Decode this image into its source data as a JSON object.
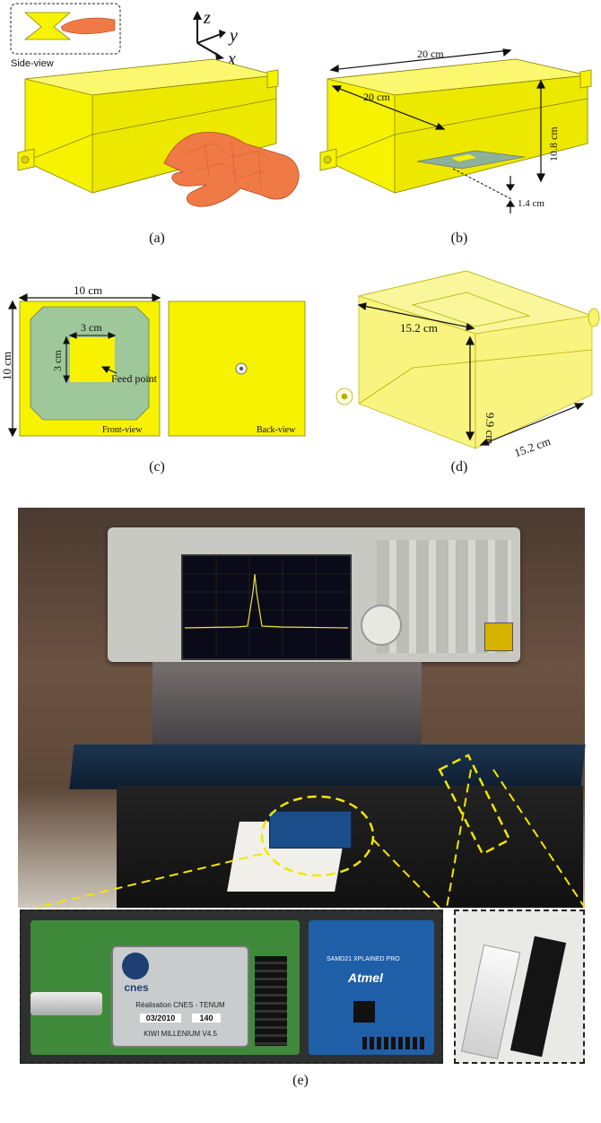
{
  "panel_a": {
    "caption": "(a)",
    "side_view_label": "Side-view",
    "axes": {
      "z": "z",
      "y": "y",
      "x": "x"
    }
  },
  "panel_b": {
    "caption": "(b)",
    "dim_top": "20 cm",
    "dim_diag": "20 cm",
    "dim_height": "10.8 cm",
    "dim_gap": "1.4 cm"
  },
  "panel_c": {
    "caption": "(c)",
    "dim_width": "10 cm",
    "dim_height": "10 cm",
    "slot_w": "3 cm",
    "slot_h": "3 cm",
    "feed_point": "Feed point",
    "front_view": "Front-view",
    "back_view": "Back-view"
  },
  "panel_d": {
    "caption": "(d)",
    "dim_top": "15.2 cm",
    "dim_height": "9.9 cm",
    "dim_bottom": "15.2 cm"
  },
  "panel_e": {
    "caption": "(e)",
    "board_text": {
      "brand": "cnes",
      "realisation": "Réalisation CNES - TENUM",
      "date": "03/2010",
      "serial": "140",
      "model": "KIWI MILLENIUM   V4.5"
    },
    "xplained": {
      "brand": "Atmel",
      "board": "SAMD21 XPLAINED PRO"
    }
  },
  "colors": {
    "cavity_yellow": "#f6f200",
    "cavity_edge": "#8a8600",
    "patch_green": "#9ec79a",
    "hand_orange": "#f07a45",
    "accent_dash": "#f3e600"
  }
}
